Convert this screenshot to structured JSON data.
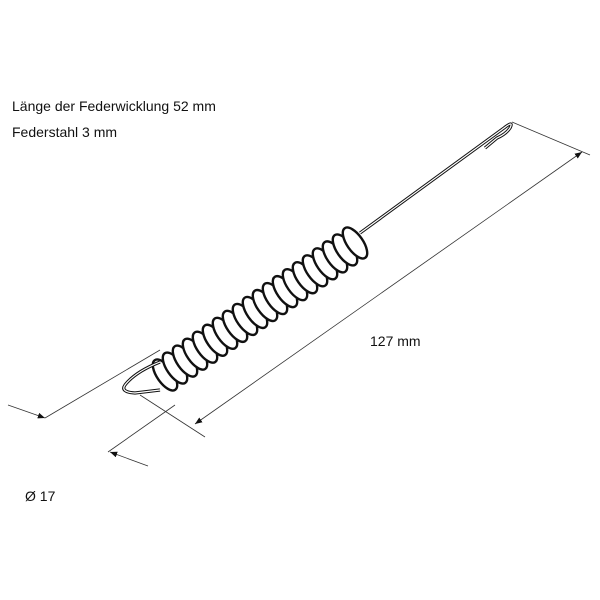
{
  "labels": {
    "coil_length": "Länge der Federwicklung 52 mm",
    "wire": "Federstahl 3 mm",
    "total_length": "127 mm",
    "diameter": "Ø 17"
  },
  "colors": {
    "line": "#111111",
    "background": "#ffffff"
  }
}
